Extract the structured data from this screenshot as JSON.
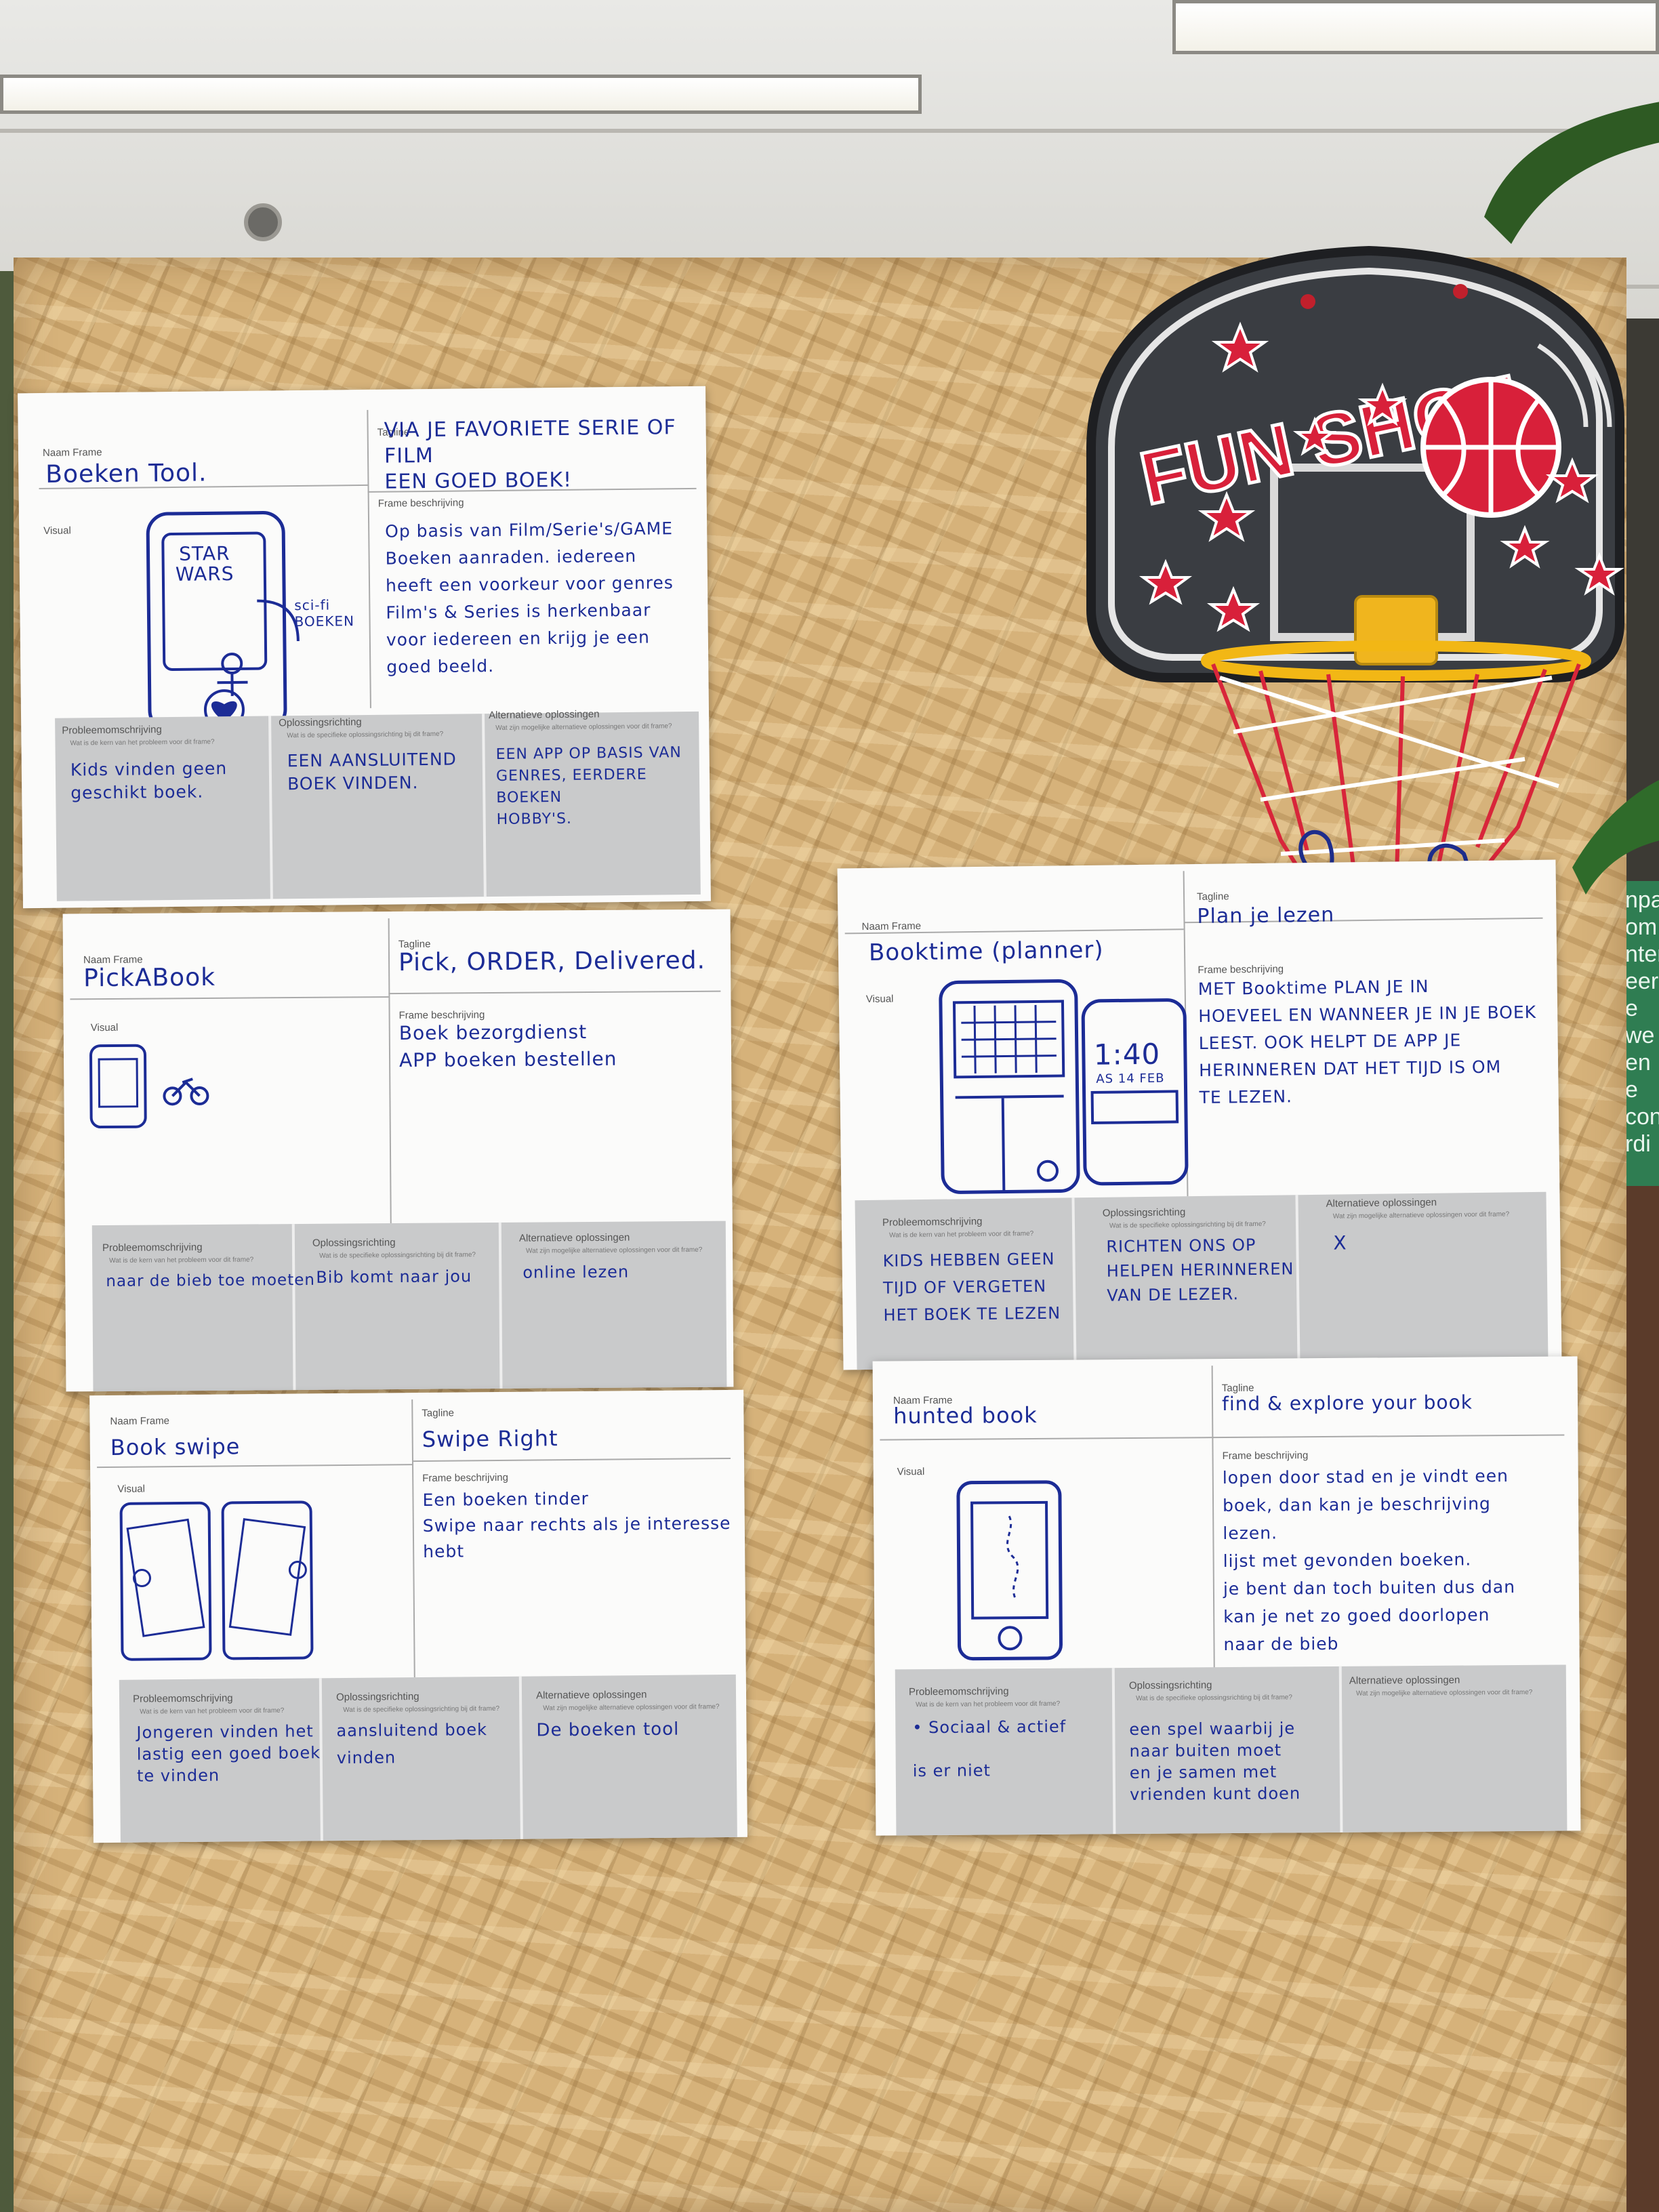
{
  "cards": [
    {
      "name": "boeken-tool",
      "labels": {
        "naam": "Naam Frame",
        "tagline": "Tagline",
        "beschrijving": "Frame beschrijving",
        "visual": "Visual",
        "probleem": "Probleemomschrijving",
        "probleem_sub": "Wat is de kern van het probleem voor dit frame?",
        "oplossing": "Oplossingsrichting",
        "oplossing_sub": "Wat is de specifieke oplossingsrichting bij dit frame?",
        "alternatief": "Alternatieve oplossingen",
        "alternatief_sub": "Wat zijn mogelijke alternatieve oplossingen voor dit frame?"
      },
      "naam": "Boeken Tool.",
      "tagline": "VIA JE FAVORIETE SERIE OF FILM\nEEN GOED BOEK!",
      "beschrijving": "Op basis van Film/Serie's/GAME\nBoeken aanraden. iedereen\nheeft een voorkeur voor genres\nFilm's & Series is herkenbaar\nvoor iedereen en krijg je een\ngoed beeld.",
      "visual_text": {
        "poster": "STAR\nWARS",
        "arrow_label": "sci-fi\nBOEKEN"
      },
      "probleem": "Kids vinden geen\ngeschikt boek.",
      "oplossing": "EEN AANSLUITEND\nBOEK VINDEN.",
      "alternatief": "EEN APP OP BASIS VAN\nGENRES, EERDERE BOEKEN\nHOBBY'S."
    },
    {
      "name": "pickabook",
      "labels": {
        "naam": "Naam Frame",
        "tagline": "Tagline",
        "beschrijving": "Frame beschrijving",
        "visual": "Visual",
        "probleem": "Probleemomschrijving",
        "probleem_sub": "Wat is de kern van het probleem voor dit frame?",
        "oplossing": "Oplossingsrichting",
        "oplossing_sub": "Wat is de specifieke oplossingsrichting bij dit frame?",
        "alternatief": "Alternatieve oplossingen",
        "alternatief_sub": "Wat zijn mogelijke alternatieve oplossingen voor dit frame?"
      },
      "naam": "PickABook",
      "tagline": "Pick, ORDER, Delivered.",
      "beschrijving": "Boek bezorgdienst\nAPP boeken bestellen",
      "probleem": "naar de bieb toe moeten",
      "oplossing": "Bib komt naar jou",
      "alternatief": "online lezen"
    },
    {
      "name": "book-swipe",
      "labels": {
        "naam": "Naam Frame",
        "tagline": "Tagline",
        "beschrijving": "Frame beschrijving",
        "visual": "Visual",
        "probleem": "Probleemomschrijving",
        "probleem_sub": "Wat is de kern van het probleem voor dit frame?",
        "oplossing": "Oplossingsrichting",
        "oplossing_sub": "Wat is de specifieke oplossingsrichting bij dit frame?",
        "alternatief": "Alternatieve oplossingen",
        "alternatief_sub": "Wat zijn mogelijke alternatieve oplossingen voor dit frame?"
      },
      "naam": "Book swipe",
      "tagline": "Swipe Right",
      "beschrijving": "Een boeken tinder\nSwipe naar rechts als je interesse hebt",
      "probleem": "Jongeren vinden het\nlastig een goed boek\nte vinden",
      "oplossing": "aansluitend boek\nvinden",
      "alternatief": "De boeken tool"
    },
    {
      "name": "booktime",
      "labels": {
        "naam": "Naam Frame",
        "tagline": "Tagline",
        "beschrijving": "Frame beschrijving",
        "visual": "Visual",
        "probleem": "Probleemomschrijving",
        "probleem_sub": "Wat is de kern van het probleem voor dit frame?",
        "oplossing": "Oplossingsrichting",
        "oplossing_sub": "Wat is de specifieke oplossingsrichting bij dit frame?",
        "alternatief": "Alternatieve oplossingen",
        "alternatief_sub": "Wat zijn mogelijke alternatieve oplossingen voor dit frame?"
      },
      "naam": "Booktime (planner)",
      "tagline": "Plan je lezen",
      "beschrijving": "MET Booktime PLAN JE IN\nHOEVEEL EN WANNEER JE IN JE BOEK\nLEEST. OOK HELPT DE APP JE\nHERINNEREN DAT HET TIJD IS OM\nTE LEZEN.",
      "visual_text": {
        "clock": "1:40",
        "date": "AS 14 FEB"
      },
      "probleem": "KIDS HEBBEN GEEN\nTIJD OF VERGETEN\nHET BOEK TE LEZEN",
      "oplossing": "RICHTEN ONS OP\nHELPEN HERINNEREN\nVAN DE LEZER.",
      "alternatief": "X"
    },
    {
      "name": "hunted-book",
      "labels": {
        "naam": "Naam Frame",
        "tagline": "Tagline",
        "beschrijving": "Frame beschrijving",
        "visual": "Visual",
        "probleem": "Probleemomschrijving",
        "probleem_sub": "Wat is de kern van het probleem voor dit frame?",
        "oplossing": "Oplossingsrichting",
        "oplossing_sub": "Wat is de specifieke oplossingsrichting bij dit frame?",
        "alternatief": "Alternatieve oplossingen",
        "alternatief_sub": "Wat zijn mogelijke alternatieve oplossingen voor dit frame?"
      },
      "naam": "hunted book",
      "tagline": "find & explore your book",
      "beschrijving": "lopen door stad en je vindt een\nboek, dan kan je beschrijving\nlezen.\nlijst met gevonden boeken.\nje bent dan toch buiten dus dan\nkan je net zo goed doorlopen\nnaar de bieb",
      "probleem": "• Sociaal  & actief\n\nis er niet",
      "oplossing": "een spel waarbij je\nnaar buiten moet\nen je samen met\nvrienden kunt doen",
      "alternatief": ""
    }
  ],
  "hoop": {
    "brand": "FUN SHOT"
  },
  "background_sign": "npa\nom\nnter\neer\ne we\nen\ne con\nrdi"
}
